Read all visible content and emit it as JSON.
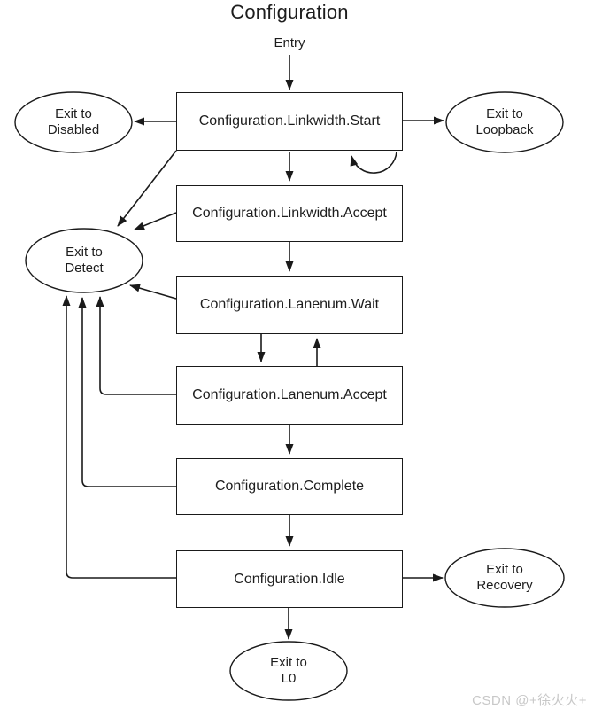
{
  "title": "Configuration",
  "entry_label": "Entry",
  "states": [
    {
      "label": "Configuration.Linkwidth.Start"
    },
    {
      "label": "Configuration.Linkwidth.Accept"
    },
    {
      "label": "Configuration.Lanenum.Wait"
    },
    {
      "label": "Configuration.Lanenum.Accept"
    },
    {
      "label": "Configuration.Complete"
    },
    {
      "label": "Configuration.Idle"
    }
  ],
  "exits": [
    {
      "line1": "Exit to",
      "line2": "Disabled"
    },
    {
      "line1": "Exit to",
      "line2": "Loopback"
    },
    {
      "line1": "Exit to",
      "line2": "Detect"
    },
    {
      "line1": "Exit to",
      "line2": "Recovery"
    },
    {
      "line1": "Exit to",
      "line2": "L0"
    }
  ],
  "edges": [
    {
      "from": "Entry",
      "to": "Configuration.Linkwidth.Start"
    },
    {
      "from": "Configuration.Linkwidth.Start",
      "to": "Exit to Disabled"
    },
    {
      "from": "Configuration.Linkwidth.Start",
      "to": "Exit to Loopback"
    },
    {
      "from": "Configuration.Linkwidth.Start",
      "to": "Configuration.Linkwidth.Start"
    },
    {
      "from": "Configuration.Linkwidth.Start",
      "to": "Exit to Detect"
    },
    {
      "from": "Configuration.Linkwidth.Start",
      "to": "Configuration.Linkwidth.Accept"
    },
    {
      "from": "Configuration.Linkwidth.Accept",
      "to": "Exit to Detect"
    },
    {
      "from": "Configuration.Linkwidth.Accept",
      "to": "Configuration.Lanenum.Wait"
    },
    {
      "from": "Configuration.Lanenum.Wait",
      "to": "Exit to Detect"
    },
    {
      "from": "Configuration.Lanenum.Wait",
      "to": "Configuration.Lanenum.Accept"
    },
    {
      "from": "Configuration.Lanenum.Accept",
      "to": "Configuration.Lanenum.Wait"
    },
    {
      "from": "Configuration.Lanenum.Accept",
      "to": "Exit to Detect"
    },
    {
      "from": "Configuration.Lanenum.Accept",
      "to": "Configuration.Complete"
    },
    {
      "from": "Configuration.Complete",
      "to": "Exit to Detect"
    },
    {
      "from": "Configuration.Complete",
      "to": "Configuration.Idle"
    },
    {
      "from": "Configuration.Idle",
      "to": "Exit to Detect"
    },
    {
      "from": "Configuration.Idle",
      "to": "Exit to Recovery"
    },
    {
      "from": "Configuration.Idle",
      "to": "Exit to L0"
    }
  ],
  "watermark": "CSDN @+徐火火+",
  "colors": {
    "line": "#1a1a1a",
    "text": "#1d1d1d",
    "background": "#ffffff",
    "watermark": "#c8c8c8"
  }
}
